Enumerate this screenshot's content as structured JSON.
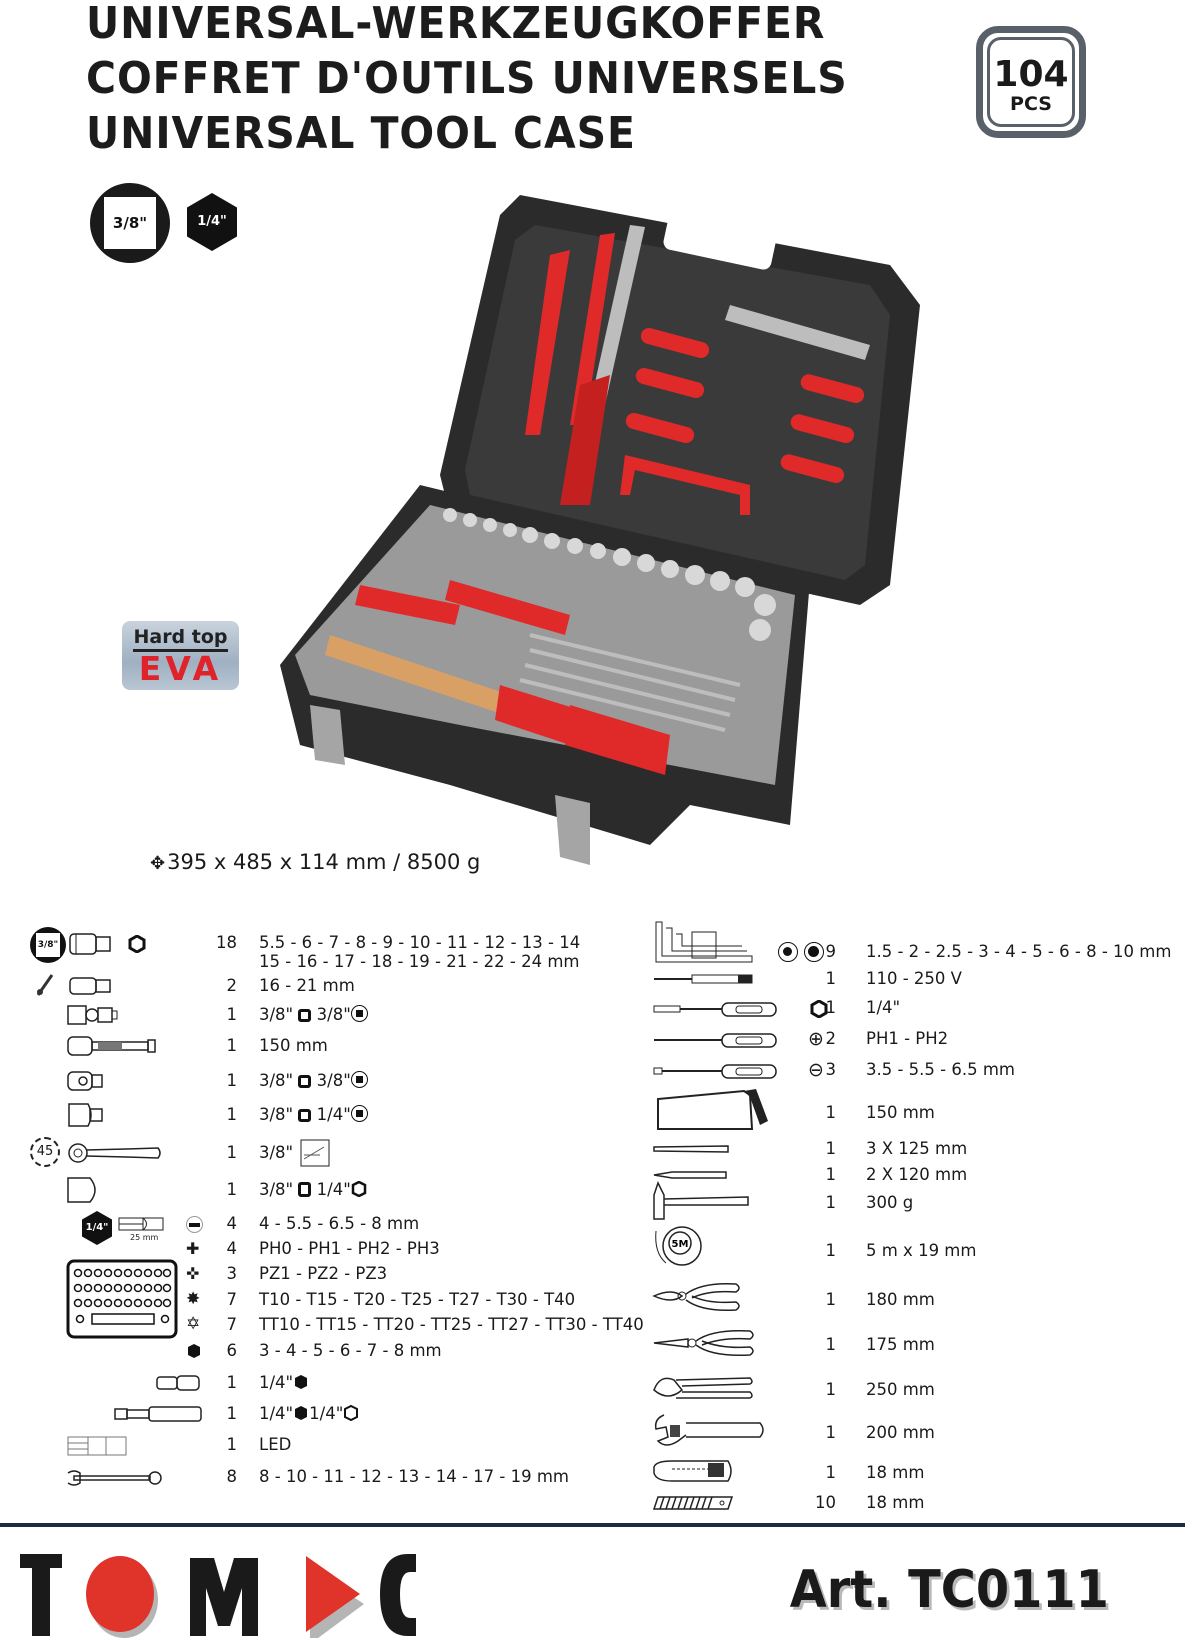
{
  "header": {
    "title_lines": [
      "UNIVERSAL-WERKZEUGKOFFER",
      "COFFRET D'OUTILS UNIVERSELS",
      "UNIVERSAL TOOL CASE"
    ],
    "piece_count": "104",
    "piece_unit": "PCS"
  },
  "drive_badges": {
    "square_drive": "3/8\"",
    "hex_drive": "1/4\""
  },
  "eva_badge": {
    "line1": "Hard top",
    "line2": "EVA"
  },
  "dimensions": {
    "icon": "move-arrows-icon",
    "text": "395 x 485 x 114 mm / 8500 g"
  },
  "left_list": [
    {
      "icon": "socket-3/8-icon",
      "symbol": "hex-outline",
      "qty": "18",
      "spec": "5.5 - 6 - 7 - 8 - 9 - 10 - 11 - 12 - 13 - 14",
      "spec2": "15 - 16 - 17 - 18 - 19 - 21 - 22 - 24 mm"
    },
    {
      "icon": "spark-plug-socket-icon",
      "qty": "2",
      "spec": "16 - 21 mm"
    },
    {
      "icon": "universal-joint-icon",
      "qty": "1",
      "spec": "3/8\"",
      "mid": "3/8\""
    },
    {
      "icon": "extension-bar-icon",
      "qty": "1",
      "spec": "150 mm"
    },
    {
      "icon": "adapter-icon",
      "qty": "1",
      "spec": "3/8\"",
      "mid": "3/8\""
    },
    {
      "icon": "reducer-icon",
      "qty": "1",
      "spec": "3/8\"",
      "mid": "1/4\""
    },
    {
      "icon": "ratchet-icon",
      "badge": "45",
      "qty": "1",
      "spec": "3/8\""
    },
    {
      "icon": "bit-adapter-icon",
      "qty": "1",
      "spec": "3/8\"",
      "mid": "1/4\""
    },
    {
      "icon": "slotted-bit-icon",
      "qty": "4",
      "spec": "4 - 5.5 - 6.5 - 8 mm"
    },
    {
      "icon": "phillips-bit-icon",
      "qty": "4",
      "spec": "PH0 - PH1 - PH2 - PH3"
    },
    {
      "icon": "pozidriv-bit-icon",
      "qty": "3",
      "spec": "PZ1 - PZ2 - PZ3"
    },
    {
      "icon": "torx-bit-icon",
      "qty": "7",
      "spec": "T10 - T15 - T20 - T25 - T27 - T30 - T40"
    },
    {
      "icon": "tamper-torx-bit-icon",
      "qty": "7",
      "spec": "TT10 - TT15 - TT20 - TT25 - TT27 - TT30 - TT40"
    },
    {
      "icon": "hex-bit-icon",
      "qty": "6",
      "spec": "3 - 4 - 5 - 6 - 7 - 8 mm"
    },
    {
      "icon": "bit-socket-adapter-icon",
      "qty": "1",
      "spec": "1/4\""
    },
    {
      "icon": "bit-holder-icon",
      "qty": "1",
      "spec": "1/4\"",
      "mid": "1/4\""
    },
    {
      "icon": "led-light-icon",
      "qty": "1",
      "spec": "LED"
    },
    {
      "icon": "combination-wrench-icon",
      "qty": "8",
      "spec": "8 - 10 - 11 - 12 - 13 - 14 - 17 - 19 mm"
    }
  ],
  "bit_set": {
    "drive": "1/4\"",
    "length": "25 mm"
  },
  "right_list": [
    {
      "icon": "hex-key-set-icon",
      "qty": "9",
      "spec": "1.5 - 2 - 2.5 - 3 - 4 - 5 - 6 - 8 - 10 mm"
    },
    {
      "icon": "voltage-tester-icon",
      "qty": "1",
      "spec": "110 - 250 V"
    },
    {
      "icon": "nut-driver-icon",
      "qty": "1",
      "spec": "1/4\""
    },
    {
      "icon": "phillips-screwdriver-icon",
      "qty": "2",
      "spec": "PH1 - PH2"
    },
    {
      "icon": "slotted-screwdriver-icon",
      "qty": "3",
      "spec": "3.5 - 5.5 - 6.5 mm"
    },
    {
      "icon": "hacksaw-icon",
      "qty": "1",
      "spec": "150 mm"
    },
    {
      "icon": "chisel-icon",
      "qty": "1",
      "spec": "3 X 125 mm"
    },
    {
      "icon": "punch-icon",
      "qty": "1",
      "spec": "2 X 120 mm"
    },
    {
      "icon": "hammer-icon",
      "qty": "1",
      "spec": "300 g"
    },
    {
      "icon": "tape-measure-icon",
      "label": "5M",
      "qty": "1",
      "spec": "5 m x 19 mm"
    },
    {
      "icon": "combination-pliers-icon",
      "qty": "1",
      "spec": "180 mm"
    },
    {
      "icon": "long-nose-pliers-icon",
      "qty": "1",
      "spec": "175 mm"
    },
    {
      "icon": "water-pump-pliers-icon",
      "qty": "1",
      "spec": "250 mm"
    },
    {
      "icon": "adjustable-wrench-icon",
      "qty": "1",
      "spec": "200 mm"
    },
    {
      "icon": "utility-knife-icon",
      "qty": "1",
      "spec": "18 mm"
    },
    {
      "icon": "knife-blades-icon",
      "qty": "10",
      "spec": "18 mm"
    }
  ],
  "footer": {
    "brand_letters": [
      "T",
      "M",
      "C"
    ],
    "article": "Art. TC0111"
  },
  "colors": {
    "brand_red": "#e0342b",
    "dark": "#1a1a1a",
    "badge_gray": "#5a6069",
    "divider_navy": "#1f2a44"
  }
}
